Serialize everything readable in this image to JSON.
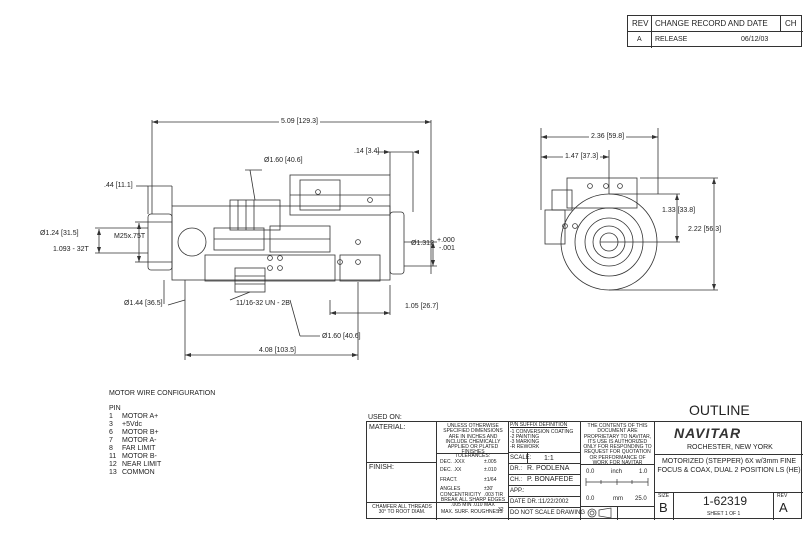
{
  "rev_block": {
    "headers": [
      "REV",
      "CHANGE RECORD AND DATE",
      "CH"
    ],
    "row": {
      "rev": "A",
      "change": "RELEASE",
      "date": "06/12/03"
    }
  },
  "dims": {
    "overall_len": "5.09 [129.3]",
    "dia_160_top": "Ø1.60 [40.6]",
    "d_014": ".14 [3.4]",
    "d_044": ".44 [11.1]",
    "dia_124": "Ø1.24 [31.5]",
    "m25": "M25x.75T",
    "thread_1093": "1.093 - 32T",
    "dia_1312": "Ø1.312",
    "dia_1312_tol_plus": "+.000",
    "dia_1312_tol_minus": "-.001",
    "dia_144": "Ø1.44 [36.5]",
    "thread_11_16": "11/16-32 UN - 2B",
    "d_105": "1.05 [26.7]",
    "dia_160_bot": "Ø1.60 [40.6]",
    "d_408": "4.08 [103.5]",
    "d_236": "2.36 [59.8]",
    "d_147": "1.47 [37.3]",
    "d_133": "1.33 [33.8]",
    "d_222": "2.22 [56.3]"
  },
  "motor": {
    "title": "MOTOR WIRE CONFIGURATION",
    "pin_header": "PIN",
    "pins": [
      {
        "num": "1",
        "name": "MOTOR A+"
      },
      {
        "num": "3",
        "name": "+5Vdc"
      },
      {
        "num": "6",
        "name": "MOTOR B+"
      },
      {
        "num": "7",
        "name": "MOTOR A-"
      },
      {
        "num": "8",
        "name": "FAR LIMIT"
      },
      {
        "num": "11",
        "name": "MOTOR B-"
      },
      {
        "num": "12",
        "name": "NEAR LIMIT"
      },
      {
        "num": "13",
        "name": "COMMON"
      }
    ]
  },
  "title_block": {
    "used_on": "USED ON:",
    "material": "MATERIAL:",
    "finish": "FINISH:",
    "unless": "UNLESS OTHERWISE SPECIFIED DIMENSIONS ARE IN INCHES AND INCLUDE CHEMICALLY APPLIED OR PLATED FINISHES",
    "tol_title": "TOLERANCES:",
    "tol_rows": [
      {
        "label": "DEC. .XXX",
        "value": "±.005"
      },
      {
        "label": "DEC. .XX",
        "value": "±.010"
      },
      {
        "label": "FRACT.",
        "value": "±1/64"
      },
      {
        "label": "ANGLES",
        "value": "±30'"
      },
      {
        "label": "CONCENTRICITY",
        "value": ".003 TIR"
      }
    ],
    "sharp_edges": "BREAK ALL SHARP EDGES .005 MIN .010 MAX",
    "roughness": "MAX. SURF. ROUGHNESS",
    "roughness_val": "32",
    "chamfer": "CHAMFER ALL THREADS 30° TO ROOT DIAM.",
    "pin_suffix_title": "P/N SUFFIX DEFINITION",
    "pin_suffix_lines": [
      "-1 CONVERSION COATING",
      "-2 PAINTING",
      "-3 MARKING",
      "-R REWORK"
    ],
    "scale_label": "SCALE:",
    "scale_value": "1:1",
    "dr_label": "DR.:",
    "dr_value": "R. PODLENA",
    "ch_label": "CH.:",
    "ch_value": "P. BONAFEDE",
    "app_label": "APP.:",
    "date_label": "DATE DR.:",
    "date_value": "11/22/2002",
    "no_scale": "DO NOT SCALE DRAWING",
    "proprietary": "THE CONTENTS OF THIS DOCUMENT ARE PROPRIETARY TO NAVITAR, ITS USE IS AUTHORIZED ONLY FOR RESPONDING TO REQUEST FOR QUOTATION OR PERFORMANCE OF WORK FOR NAVITAR",
    "ruler_top": {
      "left": "0.0",
      "mid": "inch",
      "right": "1.0"
    },
    "ruler_bot": {
      "left": "0.0",
      "mid": "mm",
      "right": "25.0"
    },
    "outline": "OUTLINE",
    "company": "NAVITAR",
    "location": "ROCHESTER, NEW YORK",
    "description": "MOTORIZED (STEPPER) 6X w/3mm FINE FOCUS & COAX, DUAL 2 POSITION LS (HE)",
    "size_label": "SIZE",
    "size_value": "B",
    "dwg_no": "1-62319",
    "rev_label": "REV",
    "rev_value": "A",
    "sheet": "SHEET 1 OF 1"
  }
}
